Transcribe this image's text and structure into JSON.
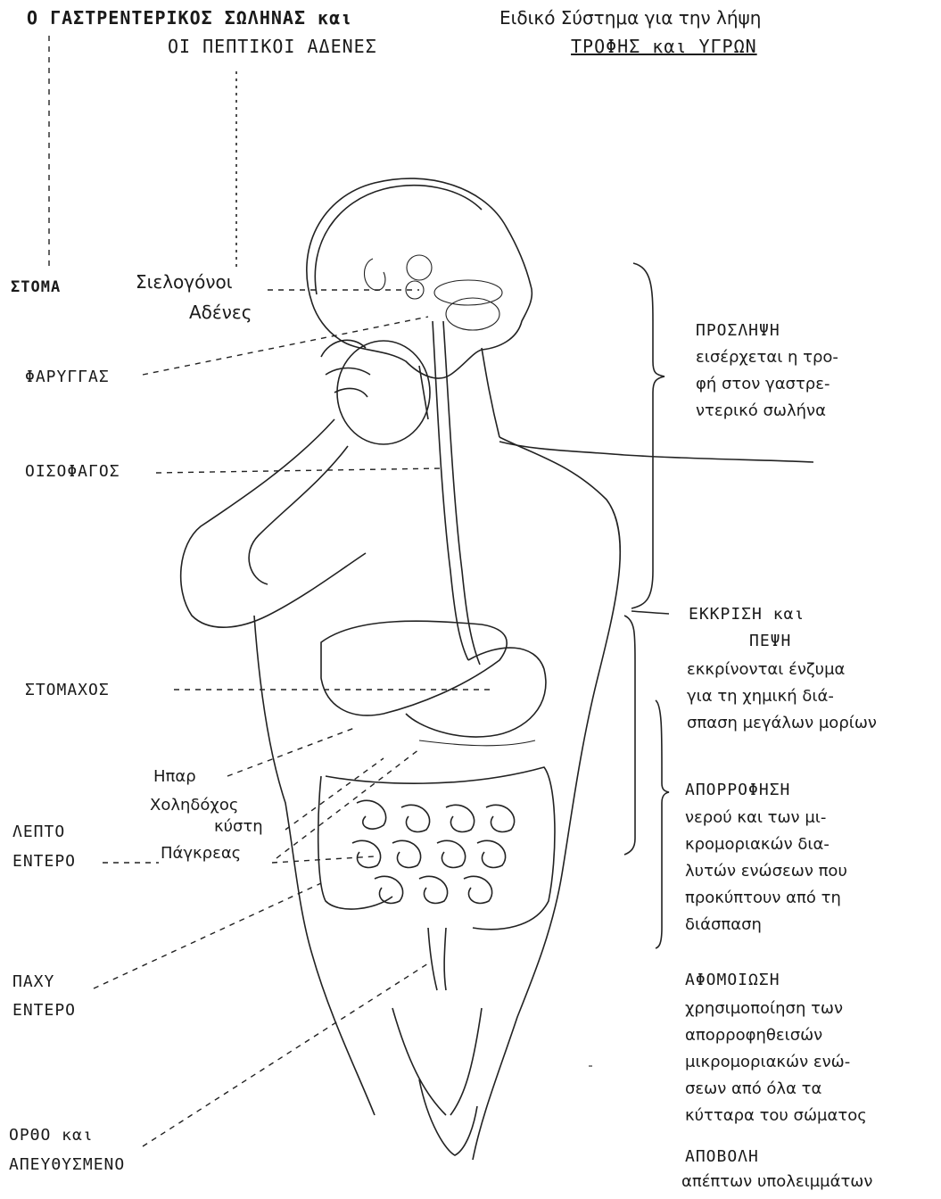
{
  "header": {
    "left_line1": "Ο ΓΑΣΤΡΕΝΤΕΡΙΚΟΣ ΣΩΛΗΝΑΣ και",
    "left_line2": "ΟΙ ΠΕΠΤΙΚΟΙ ΑΔΕΝΕΣ",
    "right_line1": "Ειδικό Σύστημα για την λήψη",
    "right_line2": "ΤΡΟΦΗΣ και ΥΓΡΩΝ"
  },
  "labels": {
    "stoma": "ΣΤΟΜΑ",
    "sialogonoi_1": "Σιελογόνοι",
    "sialogonoi_2": "Αδένες",
    "farygas": "ΦΑΡΥΓΓΑΣ",
    "oisofagos": "ΟΙΣΟΦΑΓΟΣ",
    "stomachos": "ΣΤΟΜΑΧΟΣ",
    "ipar": "Ηπαρ",
    "cholidochos_1": "Χοληδόχος",
    "cholidochos_2": "κύστη",
    "pagkreas": "Πάγκρεας",
    "lepto_1": "ΛΕΠΤΟ",
    "lepto_2": "ΕΝΤΕΡΟ",
    "pachy_1": "ΠΑΧΥ",
    "pachy_2": "ΕΝΤΕΡΟ",
    "orthos_1": "ΟΡΘΟ και",
    "orthos_2": "ΑΠΕΥΘΥΣΜΕΝΟ"
  },
  "stages": [
    {
      "title": "ΠΡΟΣΛΗΨΗ",
      "lines": [
        "εισέρχεται η τρο-",
        "φή στον γαστρε-",
        "ντερικό σωλήνα"
      ]
    },
    {
      "title": "ΕΚΚΡΙΣΗ και",
      "title2": "ΠΕΨΗ",
      "lines": [
        "εκκρίνονται ένζυμα",
        "για τη χημική διά-",
        "σπαση μεγάλων μορίων"
      ]
    },
    {
      "title": "ΑΠΟΡΡΟΦΗΣΗ",
      "lines": [
        "νερού και των μι-",
        "κρομοριακών δια-",
        "λυτών ενώσεων που",
        "προκύπτουν από τη",
        "διάσπαση"
      ]
    },
    {
      "title": "ΑΦΟΜΟΙΩΣΗ",
      "lines": [
        "χρησιμοποίηση των",
        "απορροφηθεισών",
        "μικρομοριακών ενώ-",
        "σεων από όλα τα",
        "κύτταρα του σώματος"
      ]
    },
    {
      "title": "ΑΠΟΒΟΛΗ",
      "lines": [
        "απέπτων υπολειμμάτων"
      ]
    }
  ]
}
